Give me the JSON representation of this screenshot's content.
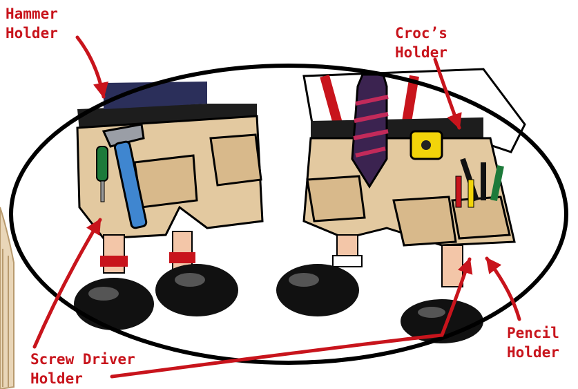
{
  "labels": {
    "hammer": {
      "line1": "Hammer",
      "line2": "Holder"
    },
    "croc": {
      "line1": "Croc’s",
      "line2": "Holder"
    },
    "pencil": {
      "line1": "Pencil",
      "line2": "Holder"
    },
    "screw_driver": {
      "line1": "Screw Driver",
      "line2": "Holder"
    }
  },
  "colors": {
    "label_text": "#c8141c",
    "arrow": "#c8141c",
    "outline": "#000000",
    "shorts": "#e3c9a0",
    "shoe": "#111111",
    "tie": "#3b2350",
    "tie_stripe": "#c22a5a"
  }
}
